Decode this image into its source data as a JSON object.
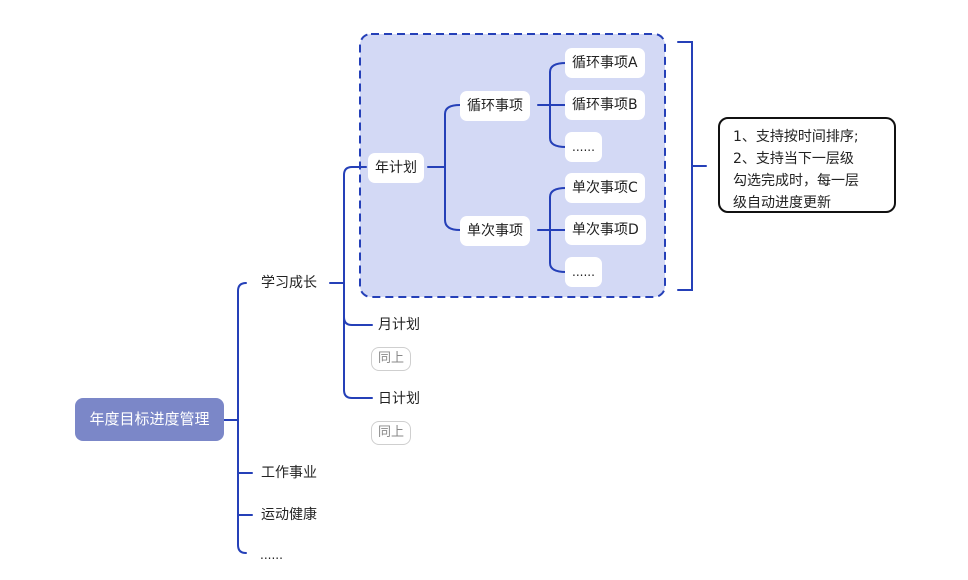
{
  "root": "年度目标进度管理",
  "branches": {
    "learning": "学习成长",
    "work": "工作事业",
    "health": "运动健康",
    "more": "......"
  },
  "plans": {
    "year": "年计划",
    "month": "月计划",
    "month_same": "同上",
    "day": "日计划",
    "day_same": "同上"
  },
  "year_plan": {
    "recurring": "循环事项",
    "recurring_items": [
      "循环事项A",
      "循环事项B",
      "......"
    ],
    "single": "单次事项",
    "single_items": [
      "单次事项C",
      "单次事项D",
      "......"
    ]
  },
  "note": {
    "lines": [
      "1、支持按时间排序;",
      "2、支持当下一层级",
      "勾选完成时，每一层",
      "级自动进度更新"
    ]
  },
  "colors": {
    "line": "#2540b8",
    "root_fill": "#7b87c8",
    "boundary_fill": "#d3d9f5",
    "boundary_stroke": "#2540b8"
  }
}
